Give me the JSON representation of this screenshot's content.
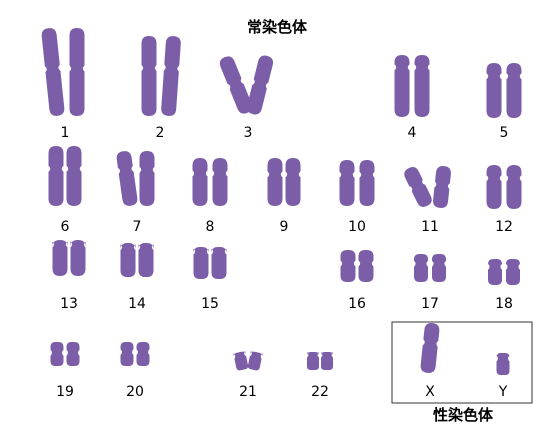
{
  "autosome_heading": "常染色体",
  "sex_heading": "性染色体",
  "chromosome_color": "#7b5ea7",
  "autosomes": [
    {
      "label": "1"
    },
    {
      "label": "2"
    },
    {
      "label": "3"
    },
    {
      "label": "4"
    },
    {
      "label": "5"
    },
    {
      "label": "6"
    },
    {
      "label": "7"
    },
    {
      "label": "8"
    },
    {
      "label": "9"
    },
    {
      "label": "10"
    },
    {
      "label": "11"
    },
    {
      "label": "12"
    },
    {
      "label": "13"
    },
    {
      "label": "14"
    },
    {
      "label": "15"
    },
    {
      "label": "16"
    },
    {
      "label": "17"
    },
    {
      "label": "18"
    },
    {
      "label": "19"
    },
    {
      "label": "20"
    },
    {
      "label": "21"
    },
    {
      "label": "22"
    }
  ],
  "sex_chromosomes": [
    {
      "label": "X"
    },
    {
      "label": "Y"
    }
  ]
}
